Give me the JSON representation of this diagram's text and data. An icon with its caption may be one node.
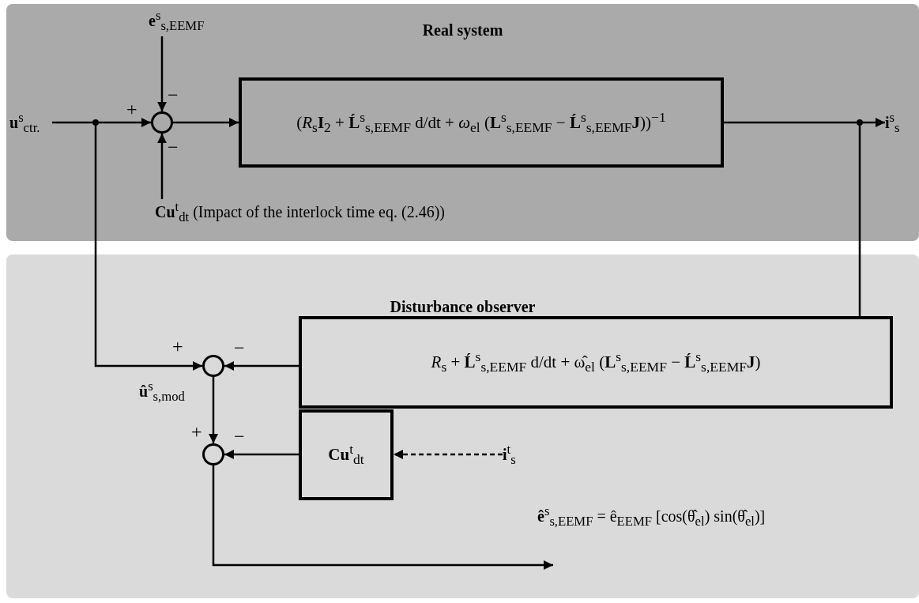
{
  "diagram": {
    "nodes": [
      {
        "text": [
          "Real system"
        ]
      },
      {
        "text": [
          "**u**$^{s}$$_{ctr.}$"
        ],
        "in": 0
      },
      {
        "text": [],
        "shape": "circle",
        "in": 0
      },
      {
        "text": [],
        "shape": "circle",
        "in": 0
      },
      {
        "text": [
          "**e**$^{s}$$_{s,EEMF}$"
        ],
        "in": 0
      },
      {
        "text": [
          "**Cu**$^{t}$$_{dt}$ (Impact of the interlock time eq. (2.46))"
        ],
        "in": 0
      },
      {
        "text": [
          "(*R*$_{s}$**I**$_{2}$ + **Ĺ**$^{s}$$_{s,EEMF}$ d/dt + *ω*$_{el}$ (**L**$^{s}$$_{s,EEMF}$ − **Ĺ**$^{s}$$_{s,EEMF}$**J**))$^{−1}$"
        ],
        "in": 0
      },
      {
        "text": [],
        "shape": "circle",
        "in": 0
      },
      {
        "text": [
          "**i**$^{s}$$_{s}$"
        ],
        "in": 0
      },
      {
        "text": [
          "Disturbance observer"
        ]
      },
      {
        "text": [],
        "shape": "circle",
        "in": 9,
        "beside": [
          "**û**$^{s}$$_{s,mod}$"
        ]
      },
      {
        "text": [
          "*R*$_{s}$ + **Ĺ**$^{s}$$_{s,EEMF}$ d/dt + ω̂$_{el}$ (**L**$^{s}$$_{s,EEMF}$ − **Ĺ**$^{s}$$_{s,EEMF}$**J**)"
        ],
        "in": 9
      },
      {
        "text": [],
        "shape": "circle",
        "in": 9
      },
      {
        "text": [
          "**Cu**$^{t}$$_{dt}$"
        ],
        "in": 9
      },
      {
        "text": [
          "**i**$^{t}$$_{s}$"
        ],
        "in": 9
      }
    ],
    "edges": [
      {
        "from": 1,
        "to": 2,
        "arrow": "none"
      },
      {
        "from": 2,
        "to": 3,
        "arrow": "to",
        "label": "+"
      },
      {
        "from": 4,
        "to": 3,
        "arrow": "to",
        "label": "−"
      },
      {
        "from": 5,
        "to": 3,
        "arrow": "to",
        "label": "−"
      },
      {
        "from": 3,
        "to": 6,
        "arrow": "to"
      },
      {
        "from": 6,
        "to": 7,
        "arrow": "none"
      },
      {
        "from": 7,
        "to": 8,
        "arrow": "to"
      },
      {
        "from": 2,
        "to": 10,
        "arrow": "to",
        "label": "+"
      },
      {
        "from": 7,
        "to": 11,
        "arrow": "to"
      },
      {
        "from": 11,
        "to": 10,
        "arrow": "to",
        "label": "−"
      },
      {
        "from": 10,
        "to": 12,
        "arrow": "to",
        "label": "+"
      },
      {
        "from": 13,
        "to": 12,
        "arrow": "to",
        "label": "−"
      },
      {
        "from": 14,
        "to": 13,
        "arrow": "to",
        "style": "dashed"
      },
      {
        "from": 12,
        "to": null,
        "arrow": "to"
      }
    ],
    "labels": [
      "**ê**$^{s}$$_{s,EEMF}$ = ê$_{EEMF}$ [cos(θ̂$_{el}$) sin(θ̂$_{el}$)]"
    ]
  }
}
